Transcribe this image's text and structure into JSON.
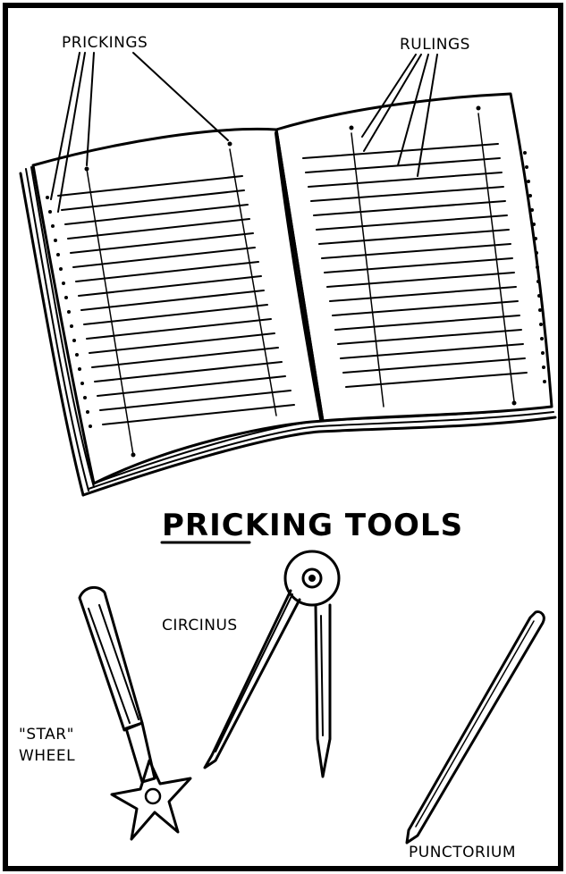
{
  "labels": {
    "prickings": "PRICKINGS",
    "rulings": "RULINGS",
    "heading": "PRICKING TOOLS",
    "circinus": "CIRCINUS",
    "star_line1": "\"STAR\"",
    "star_line2": "WHEEL",
    "punctorium": "PUNCTORIUM"
  },
  "colors": {
    "ink": "#000000",
    "paper": "#ffffff"
  }
}
